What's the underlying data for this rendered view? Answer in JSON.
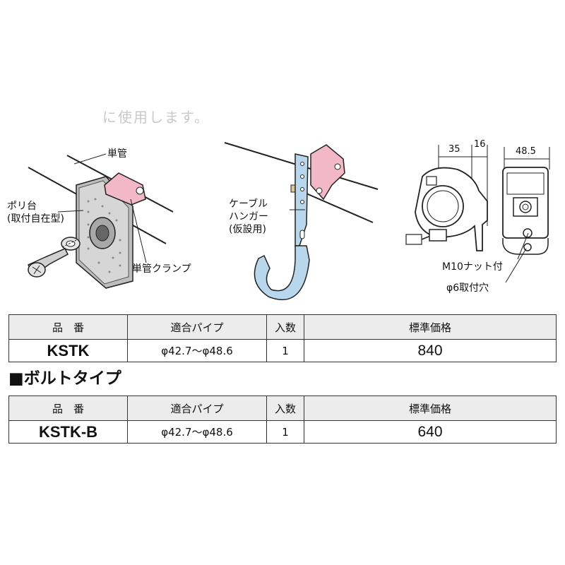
{
  "faded_caption": "に使用します。",
  "labels": {
    "single_pipe": "単管",
    "poly_base_line1": "ポリ台",
    "poly_base_line2": "(取付自在型)",
    "single_pipe_clamp": "単管クランプ",
    "cable_hanger_line1": "ケーブル",
    "cable_hanger_line2": "ハンガー",
    "cable_hanger_line3": "(仮設用)",
    "m10_nut": "M10ナット付",
    "hole": "φ6取付穴"
  },
  "dimensions": {
    "d35": "35",
    "d16": "16",
    "d485": "48.5"
  },
  "table1": {
    "headers": [
      "品　番",
      "適合パイプ",
      "入数",
      "標準価格"
    ],
    "row": {
      "code": "KSTK",
      "pipe": "φ42.7〜φ48.6",
      "qty": "1",
      "price": "840"
    }
  },
  "section_title": "■ボルトタイプ",
  "table2": {
    "headers": [
      "品　番",
      "適合パイプ",
      "入数",
      "標準価格"
    ],
    "row": {
      "code": "KSTK-B",
      "pipe": "φ42.7〜φ48.6",
      "qty": "1",
      "price": "640"
    }
  },
  "colors": {
    "clamp_pink": "#f2b8c8",
    "metal_blue": "#b8d6ec",
    "header_gray": "#ececec"
  }
}
